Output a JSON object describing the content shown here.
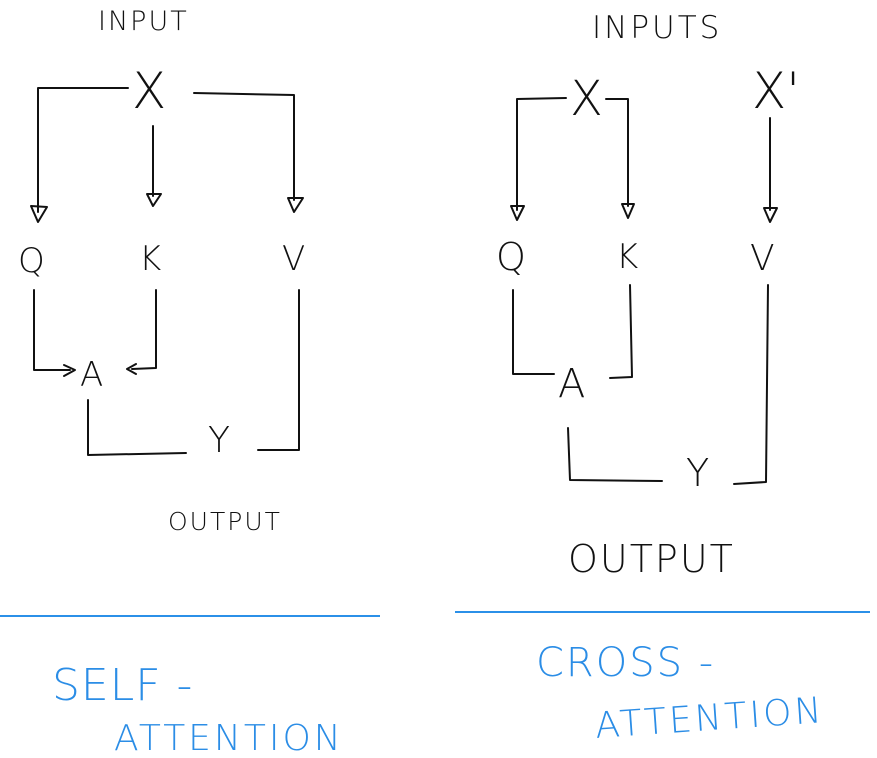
{
  "self_attention": {
    "input_label": "INPUT",
    "source": "X",
    "query": "Q",
    "key": "K",
    "value": "V",
    "attention": "A",
    "result": "Y",
    "output_label": "OUTPUT",
    "caption_line1": "SELF -",
    "caption_line2": "ATTENTION"
  },
  "cross_attention": {
    "input_label": "INPUTS",
    "source_a": "X",
    "source_b": "X'",
    "query": "Q",
    "key": "K",
    "value": "V",
    "attention": "A",
    "result": "Y",
    "output_label": "OUTPUT",
    "caption_line1": "CROSS -",
    "caption_line2": "ATTENTION"
  },
  "colors": {
    "ink": "#111111",
    "caption_blue": "#2b8de6"
  }
}
